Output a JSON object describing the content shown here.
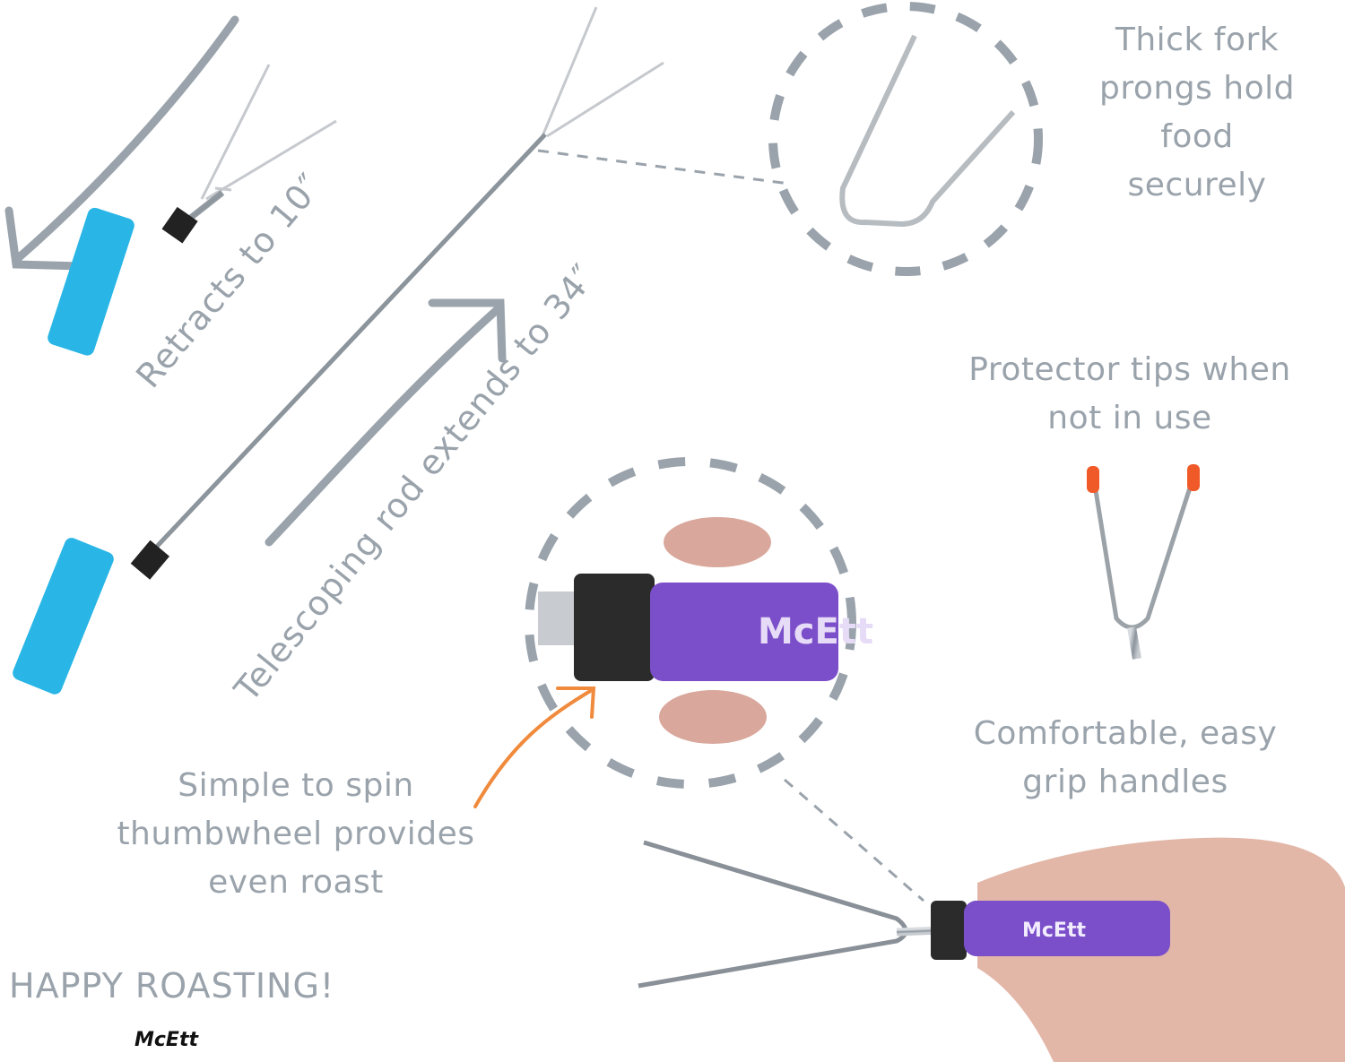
{
  "labels": {
    "retracts": "Retracts to 10″",
    "extends": "Telescoping rod extends to 34″",
    "thick_fork": "Thick fork\nprongs hold\nfood\nsecurely",
    "protector": "Protector tips when\nnot in use",
    "grip": "Comfortable, easy\ngrip handles",
    "thumbwheel": "Simple to spin\nthumbwheel provides\neven roast"
  },
  "brand": {
    "tagline": "HAPPY ROASTING!",
    "logo_text": "McEtt",
    "handle_logo": "McEtt"
  },
  "colors": {
    "label_gray": "#9aa3ab",
    "handle_blue": "#29b6e6",
    "handle_purple": "#7b4fc9",
    "tip_orange": "#f05a28",
    "arrow_orange": "#f08a3c"
  }
}
